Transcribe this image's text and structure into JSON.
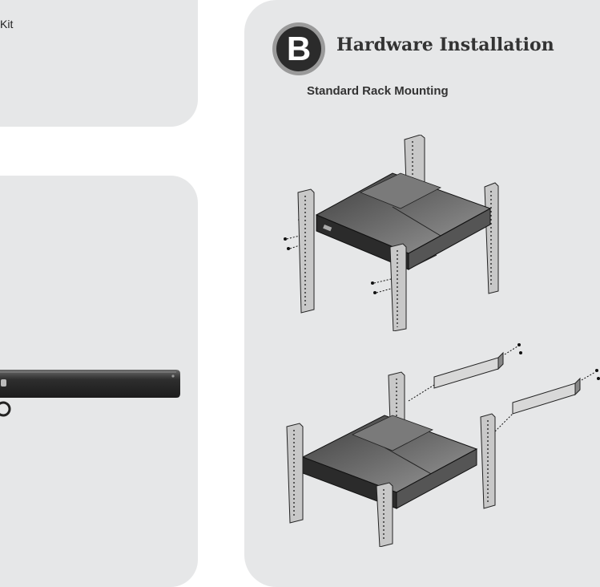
{
  "left_top": {
    "text": "Kit"
  },
  "right": {
    "badge_letter": "B",
    "title": "Hardware Installation",
    "subtitle": "Standard Rack Mounting"
  }
}
